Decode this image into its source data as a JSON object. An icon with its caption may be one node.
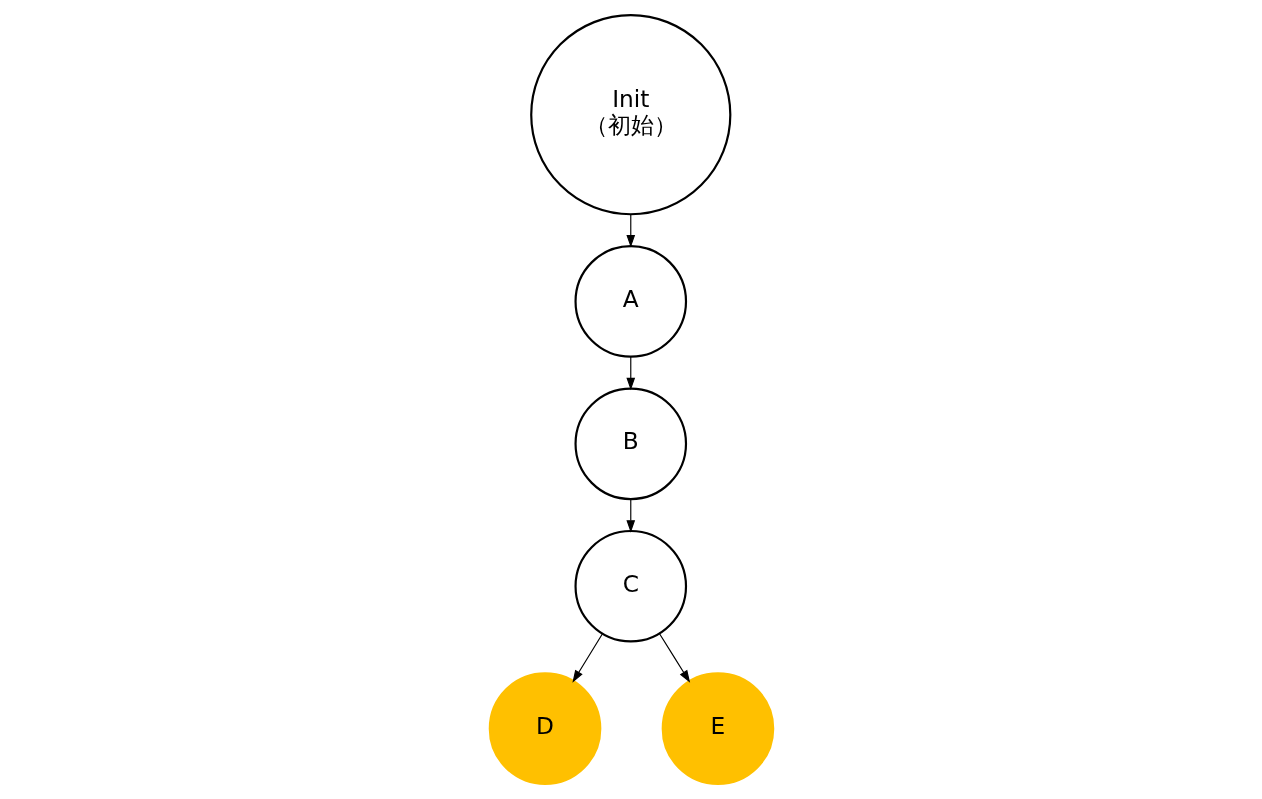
{
  "diagram": {
    "nodes": [
      {
        "text": [
          "Init",
          "（初始）"
        ]
      },
      {
        "text": [
          "A"
        ]
      },
      {
        "text": [
          "B"
        ]
      },
      {
        "text": [
          "C"
        ]
      },
      {
        "text": [
          "D"
        ]
      },
      {
        "text": [
          "E"
        ]
      }
    ],
    "edges": [
      {
        "from": 0,
        "to": 1,
        "arrow": "to"
      },
      {
        "from": 1,
        "to": 2,
        "arrow": "to"
      },
      {
        "from": 2,
        "to": 3,
        "arrow": "to"
      },
      {
        "from": 3,
        "to": 4,
        "arrow": "to"
      },
      {
        "from": 3,
        "to": 5,
        "arrow": "to"
      }
    ]
  }
}
